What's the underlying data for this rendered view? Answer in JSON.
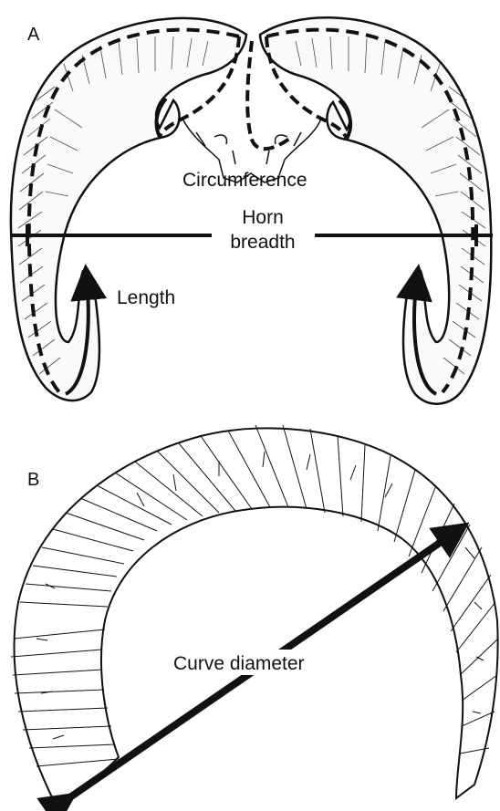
{
  "panel_a": {
    "letter": "A",
    "labels": {
      "circumference": "Circumference",
      "horn_breadth_line1": "Horn",
      "horn_breadth_line2": "breadth",
      "length": "Length"
    }
  },
  "panel_b": {
    "letter": "B",
    "labels": {
      "curve_diameter": "Curve diameter"
    }
  },
  "colors": {
    "ink": "#111111",
    "background": "#ffffff"
  }
}
